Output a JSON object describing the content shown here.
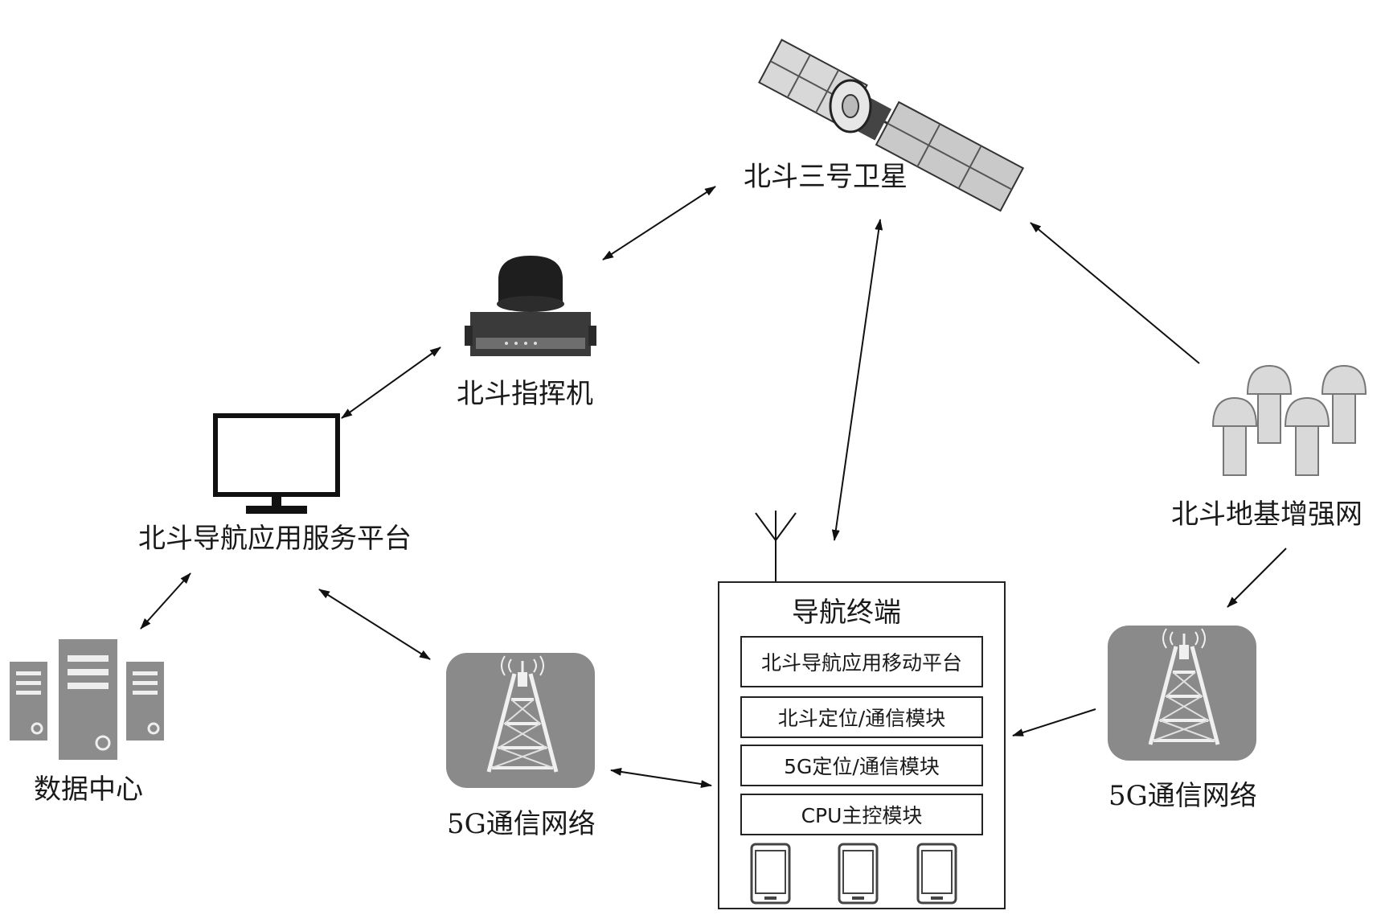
{
  "nodes": {
    "satellite": {
      "label": "北斗三号卫星",
      "icon": "satellite-icon"
    },
    "commander": {
      "label": "北斗指挥机",
      "icon": "beidou-commander-icon"
    },
    "platform": {
      "label": "北斗导航应用服务平台",
      "icon": "monitor-icon"
    },
    "datacenter": {
      "label": "数据中心",
      "icon": "server-icon"
    },
    "network_left": {
      "label": "5G通信网络",
      "icon": "cell-tower-icon"
    },
    "ground_aug": {
      "label": "北斗地基增强网",
      "icon": "ground-station-icon"
    },
    "network_right": {
      "label": "5G通信网络",
      "icon": "cell-tower-icon"
    }
  },
  "terminal": {
    "title": "导航终端",
    "modules": [
      "北斗导航应用移动平台",
      "北斗定位/通信模块",
      "5G定位/通信模块",
      "CPU主控模块"
    ],
    "devices": [
      "phone-icon",
      "phone-icon",
      "phone-icon"
    ]
  },
  "colors": {
    "line": "#111111",
    "icon_gray": "#8c8c8c",
    "icon_light": "#d9d9d9",
    "tower_bg": "#8a8a8a"
  }
}
